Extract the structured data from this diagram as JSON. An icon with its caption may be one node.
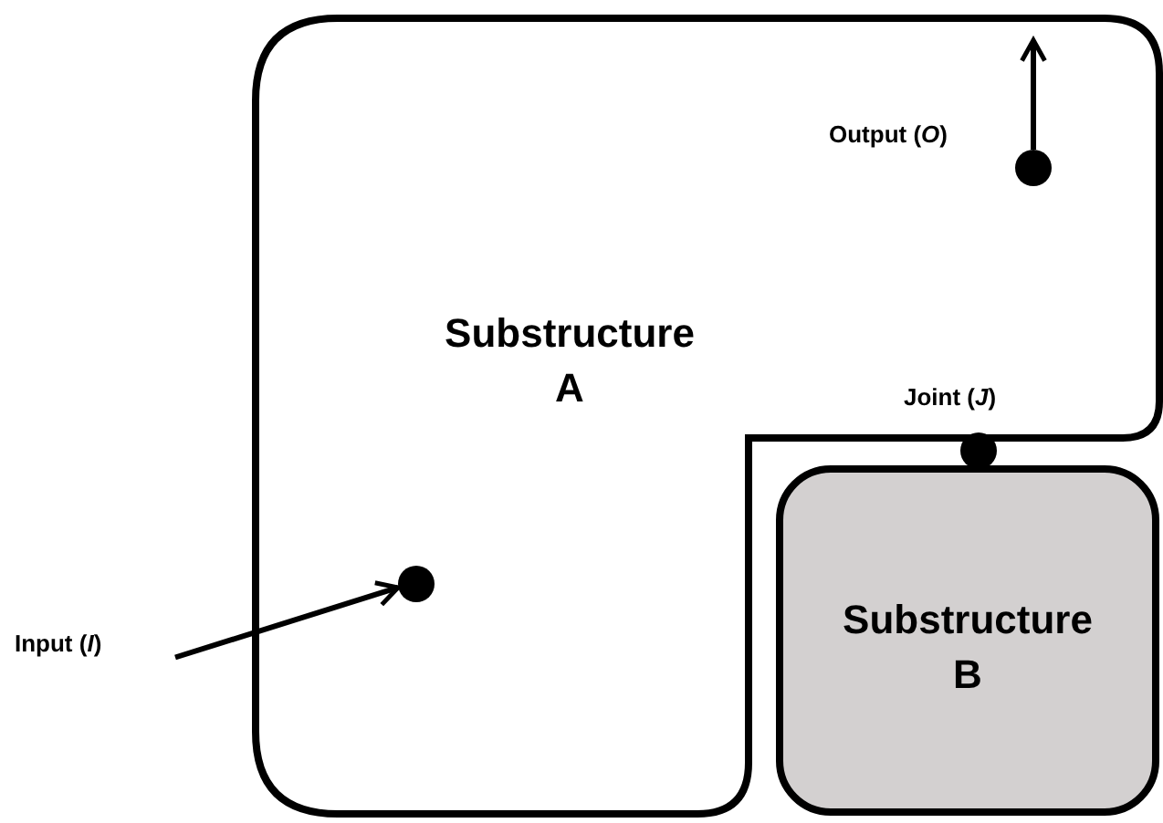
{
  "diagram": {
    "nodes": [
      {
        "text": [
          "Substructure A"
        ]
      },
      {
        "text": [
          "Substructure B"
        ]
      },
      {
        "text": [
          "Input (*I*)"
        ]
      },
      {
        "text": [],
        "shape": "circle",
        "in": 0
      },
      {
        "text": [],
        "shape": "circle",
        "in": 0,
        "beside": [
          "Output (*O*)"
        ]
      },
      {
        "text": [],
        "shape": "circle",
        "beside": [
          "Joint (*J*)"
        ]
      }
    ],
    "edges": [
      {
        "from": 2,
        "to": 3,
        "arrow": "to"
      },
      {
        "from": 4,
        "to": null,
        "arrow": "to"
      }
    ]
  }
}
